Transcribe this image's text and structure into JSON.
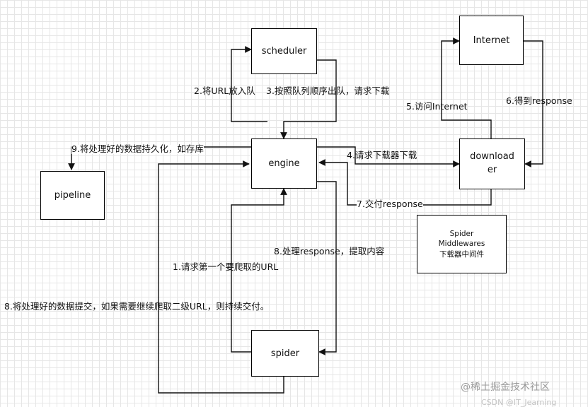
{
  "nodes": {
    "scheduler": "scheduler",
    "internet": "Internet",
    "engine": "engine",
    "downloader_line1": "download",
    "downloader_line2": "er",
    "pipeline": "pipeline",
    "spider": "spider",
    "middlewares_line1": "Spider",
    "middlewares_line2": "Middlewares",
    "middlewares_line3": "下载器中间件"
  },
  "labels": {
    "put_url_in_queue": "2.将URL放入队",
    "dequeue_request": "3.按照队列顺序出队，请求下载",
    "visit_internet": "5.访问Internet",
    "get_response": "6.得到response",
    "persist_data": "9.将处理好的数据持久化，如存库",
    "request_downloader": "4.请求下载器下载",
    "deliver_response": "7.交付response",
    "process_response": "8.处理response，提取内容",
    "first_request": "1.请求第一个要爬取的URL",
    "submit_data": "8.将处理好的数据提交，如果需要继续爬取二级URL，则持续交付。"
  },
  "watermark": "@稀土掘金技术社区",
  "watermark_faint": "CSDN @IT_Jearning"
}
